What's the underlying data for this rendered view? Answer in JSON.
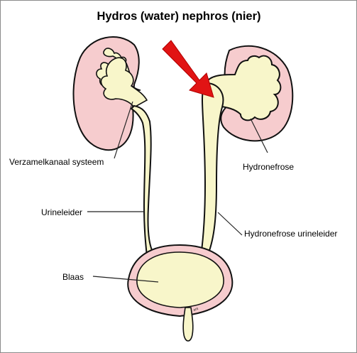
{
  "title": "Hydros (water) nephros (nier)",
  "labels": {
    "collecting_system": "Verzamelkanaal systeem",
    "ureter": "Urineleider",
    "bladder": "Blaas",
    "hydronephrosis": "Hydronefrose",
    "hydro_ureter": "Hydronefrose urineleider"
  },
  "signature": "ant",
  "colors": {
    "kidney_cortex": "#f6ccce",
    "urine": "#f8f6ca",
    "outline": "#111111",
    "arrow": "#e11414"
  },
  "icons": {
    "indicator": "red-arrow-icon"
  }
}
